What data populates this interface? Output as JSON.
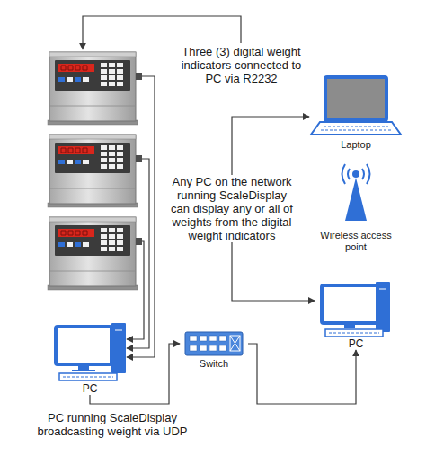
{
  "diagram": {
    "nodes": [
      {
        "text": [
          "Laptop"
        ]
      },
      {
        "text": [
          "Wireless access point"
        ]
      },
      {
        "text": [
          "PC"
        ]
      },
      {
        "text": [
          "PC"
        ]
      },
      {
        "text": [
          "Switch"
        ]
      }
    ],
    "edges": [
      {
        "from": 3,
        "to": 4,
        "arrow": "to"
      },
      {
        "from": 4,
        "to": 2,
        "arrow": "to"
      },
      {
        "from": 0,
        "to": 2,
        "arrow": "both",
        "label": "Any PC on the network running ScaleDisplay can display any or all of weights from the digital weight indicators"
      }
    ],
    "labels": [
      "Three (3) digital weight indicators connected to PC via R2232",
      "PC running ScaleDisplay broadcasting weight via UDP"
    ]
  }
}
